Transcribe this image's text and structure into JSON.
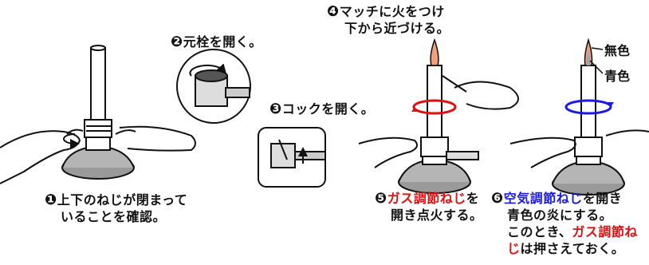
{
  "colors": {
    "ink": "#111111",
    "red": "#e01010",
    "blue": "#1a1ae6",
    "flame_outer": "#f2a07a",
    "flame_inner": "#9aa6b2"
  },
  "steps": [
    {
      "num": "❶",
      "lines": [
        "上下のねじが閉まって",
        "いることを確認。"
      ]
    },
    {
      "num": "❷",
      "lines": [
        "元栓を開く。"
      ]
    },
    {
      "num": "❸",
      "lines": [
        "コックを開く。"
      ]
    },
    {
      "num": "❹",
      "lines": [
        "マッチに火をつけ",
        "下から近づける。"
      ]
    },
    {
      "num": "❺",
      "highlight": "ガス調節ねじ",
      "rest": "を",
      "line2": "開き点火する。"
    },
    {
      "num": "❻",
      "highlight": "空気調節ねじ",
      "rest": "を開き",
      "line2": "青色の炎にする。",
      "line3_pre": "このとき、",
      "line3_hl": "ガス調節ね",
      "line4_hl": "じ",
      "line4_rest": "は押さえておく。"
    }
  ],
  "flame_labels": [
    "無色",
    "青色"
  ]
}
